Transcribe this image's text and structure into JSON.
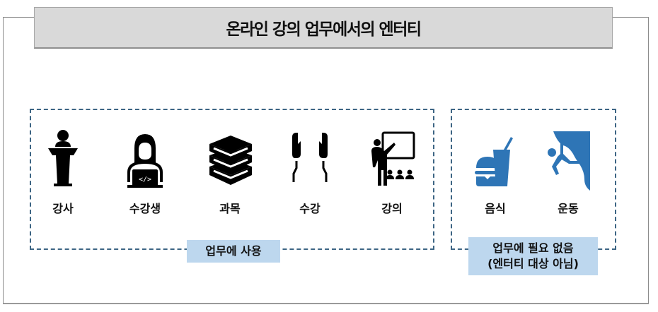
{
  "title": "온라인 강의 업무에서의 엔터티",
  "groups": [
    {
      "tag": "업무에 사용",
      "border_color": "#3d6584",
      "tag_bg": "#bdd7ee",
      "entities": [
        {
          "label": "강사",
          "icon": "lecturer-podium-icon",
          "color": "#000000"
        },
        {
          "label": "수강생",
          "icon": "student-laptop-icon",
          "color": "#000000"
        },
        {
          "label": "과목",
          "icon": "books-stack-icon",
          "color": "#000000"
        },
        {
          "label": "수강",
          "icon": "earphones-icon",
          "color": "#000000"
        },
        {
          "label": "강의",
          "icon": "teacher-presentation-icon",
          "color": "#000000"
        }
      ]
    },
    {
      "tag_line1": "업무에 필요 없음",
      "tag_line2": "(엔터티 대상 아님)",
      "border_color": "#3d6584",
      "tag_bg": "#bdd7ee",
      "entities": [
        {
          "label": "음식",
          "icon": "fast-food-icon",
          "color": "#2e75b6"
        },
        {
          "label": "운동",
          "icon": "rock-climbing-icon",
          "color": "#2e75b6"
        }
      ]
    }
  ]
}
